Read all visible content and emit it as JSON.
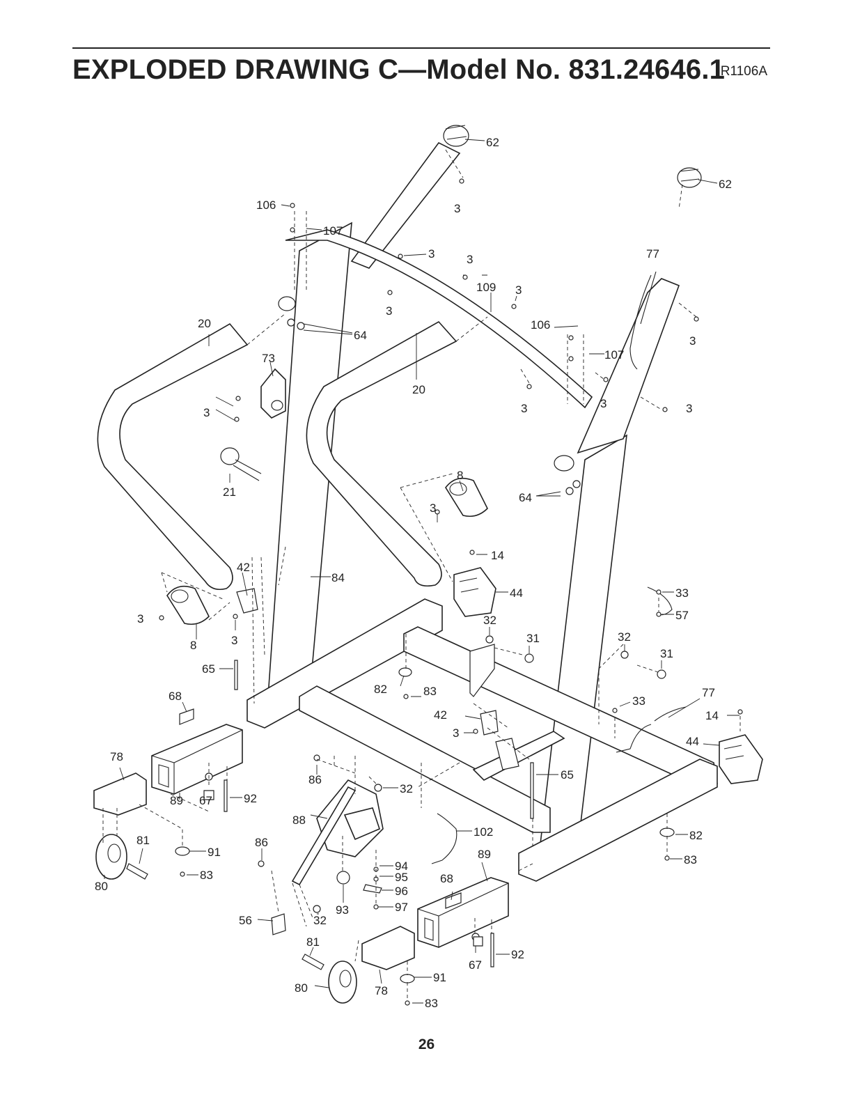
{
  "header": {
    "title": "EXPLODED DRAWING C—Model No. 831.24646.1",
    "code": "R1106A"
  },
  "callouts": [
    {
      "id": "c62a",
      "text": "62"
    },
    {
      "id": "c3a",
      "text": "3"
    },
    {
      "id": "c106a",
      "text": "106"
    },
    {
      "id": "c107a",
      "text": "107"
    },
    {
      "id": "c3b",
      "text": "3"
    },
    {
      "id": "c3c",
      "text": "3"
    },
    {
      "id": "c109",
      "text": "109"
    },
    {
      "id": "c3d",
      "text": "3"
    },
    {
      "id": "c3e",
      "text": "3"
    },
    {
      "id": "c77a",
      "text": "77"
    },
    {
      "id": "c62b",
      "text": "62"
    },
    {
      "id": "c3f",
      "text": "3"
    },
    {
      "id": "c20a",
      "text": "20"
    },
    {
      "id": "c64a",
      "text": "64"
    },
    {
      "id": "c73",
      "text": "73"
    },
    {
      "id": "c20b",
      "text": "20"
    },
    {
      "id": "c106b",
      "text": "106"
    },
    {
      "id": "c107b",
      "text": "107"
    },
    {
      "id": "c3g",
      "text": "3"
    },
    {
      "id": "c3h",
      "text": "3"
    },
    {
      "id": "c3i",
      "text": "3"
    },
    {
      "id": "c3j",
      "text": "3"
    },
    {
      "id": "c21",
      "text": "21"
    },
    {
      "id": "c8a",
      "text": "8"
    },
    {
      "id": "c64b",
      "text": "64"
    },
    {
      "id": "c3k",
      "text": "3"
    },
    {
      "id": "c14a",
      "text": "14"
    },
    {
      "id": "c42a",
      "text": "42"
    },
    {
      "id": "c84",
      "text": "84"
    },
    {
      "id": "c44a",
      "text": "44"
    },
    {
      "id": "c33a",
      "text": "33"
    },
    {
      "id": "c57",
      "text": "57"
    },
    {
      "id": "c3l",
      "text": "3"
    },
    {
      "id": "c8b",
      "text": "8"
    },
    {
      "id": "c3m",
      "text": "3"
    },
    {
      "id": "c32a",
      "text": "32"
    },
    {
      "id": "c31a",
      "text": "31"
    },
    {
      "id": "c32b",
      "text": "32"
    },
    {
      "id": "c31b",
      "text": "31"
    },
    {
      "id": "c65a",
      "text": "65"
    },
    {
      "id": "c68a",
      "text": "68"
    },
    {
      "id": "c82a",
      "text": "82"
    },
    {
      "id": "c83a",
      "text": "83"
    },
    {
      "id": "c77b",
      "text": "77"
    },
    {
      "id": "c33b",
      "text": "33"
    },
    {
      "id": "c14b",
      "text": "14"
    },
    {
      "id": "c42b",
      "text": "42"
    },
    {
      "id": "c3n",
      "text": "3"
    },
    {
      "id": "c44b",
      "text": "44"
    },
    {
      "id": "c78a",
      "text": "78"
    },
    {
      "id": "c86a",
      "text": "86"
    },
    {
      "id": "c32c",
      "text": "32"
    },
    {
      "id": "c65b",
      "text": "65"
    },
    {
      "id": "c89a",
      "text": "89"
    },
    {
      "id": "c67a",
      "text": "67"
    },
    {
      "id": "c92a",
      "text": "92"
    },
    {
      "id": "c88",
      "text": "88"
    },
    {
      "id": "c102",
      "text": "102"
    },
    {
      "id": "c82b",
      "text": "82"
    },
    {
      "id": "c81a",
      "text": "81"
    },
    {
      "id": "c91a",
      "text": "91"
    },
    {
      "id": "c86b",
      "text": "86"
    },
    {
      "id": "c89b",
      "text": "89"
    },
    {
      "id": "c83b",
      "text": "83"
    },
    {
      "id": "c94",
      "text": "94"
    },
    {
      "id": "c95",
      "text": "95"
    },
    {
      "id": "c80a",
      "text": "80"
    },
    {
      "id": "c83c",
      "text": "83"
    },
    {
      "id": "c68b",
      "text": "68"
    },
    {
      "id": "c96",
      "text": "96"
    },
    {
      "id": "c93",
      "text": "93"
    },
    {
      "id": "c97",
      "text": "97"
    },
    {
      "id": "c56",
      "text": "56"
    },
    {
      "id": "c32d",
      "text": "32"
    },
    {
      "id": "c81b",
      "text": "81"
    },
    {
      "id": "c92b",
      "text": "92"
    },
    {
      "id": "c67b",
      "text": "67"
    },
    {
      "id": "c80b",
      "text": "80"
    },
    {
      "id": "c78b",
      "text": "78"
    },
    {
      "id": "c91b",
      "text": "91"
    },
    {
      "id": "c83d",
      "text": "83"
    }
  ],
  "page_number": "26"
}
